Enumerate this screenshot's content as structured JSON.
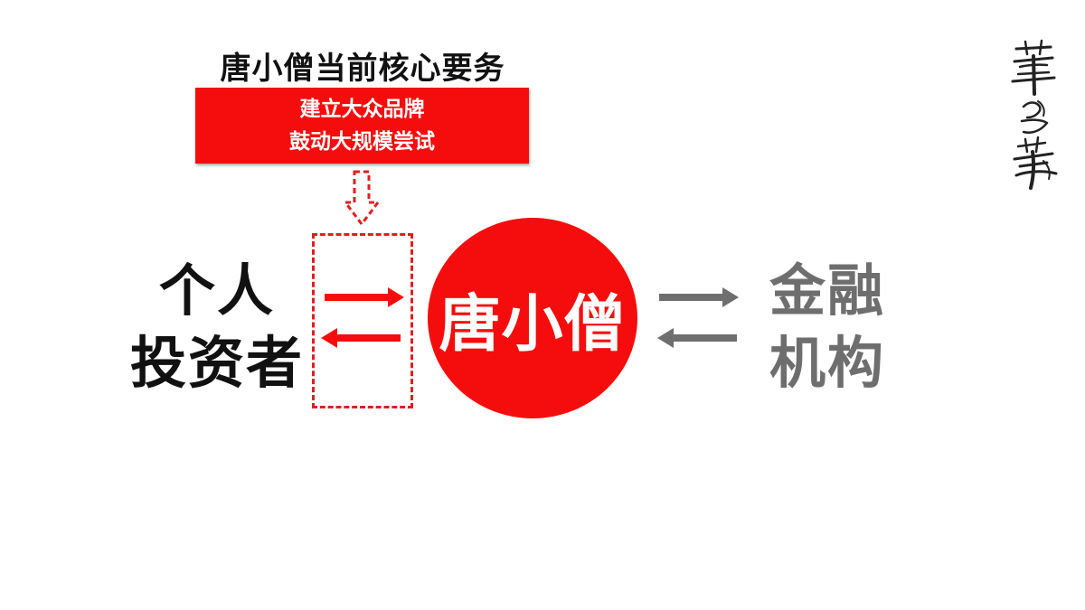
{
  "heading": "唐小僧当前核心要务",
  "box": {
    "line1": "建立大众品牌",
    "line2": "鼓动大规模尝试"
  },
  "left_label": {
    "line1": "个人",
    "line2": "投资者"
  },
  "center_label": "唐小僧",
  "right_label": {
    "line1": "金融",
    "line2": "机构"
  },
  "logo_text": "華與華",
  "colors": {
    "red": "#f50d0d",
    "dash_red": "#e01e1e",
    "gray": "#6e6e6e",
    "black": "#111111"
  }
}
